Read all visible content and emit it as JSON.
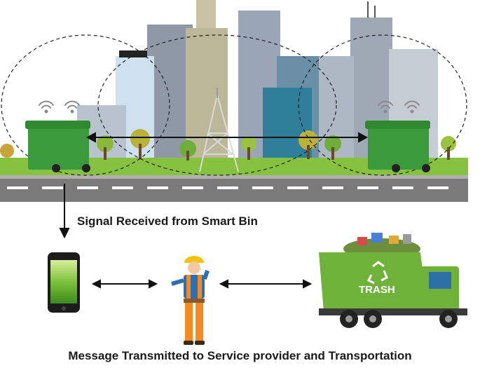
{
  "captions": {
    "signal": "Signal Received from Smart Bin",
    "message": "Message Transmitted to Service provider and Transportation"
  },
  "truck": {
    "label": "TRASH"
  },
  "colors": {
    "bin": "#3b9a3b",
    "truck": "#6fb23a",
    "road": "#7a7a7a",
    "grass": "#86c23f",
    "sky_buildings": "#a9b7c6"
  },
  "icons": [
    "wifi-icon",
    "smartphone-icon",
    "worker-icon",
    "recycle-icon",
    "radio-tower-icon"
  ]
}
